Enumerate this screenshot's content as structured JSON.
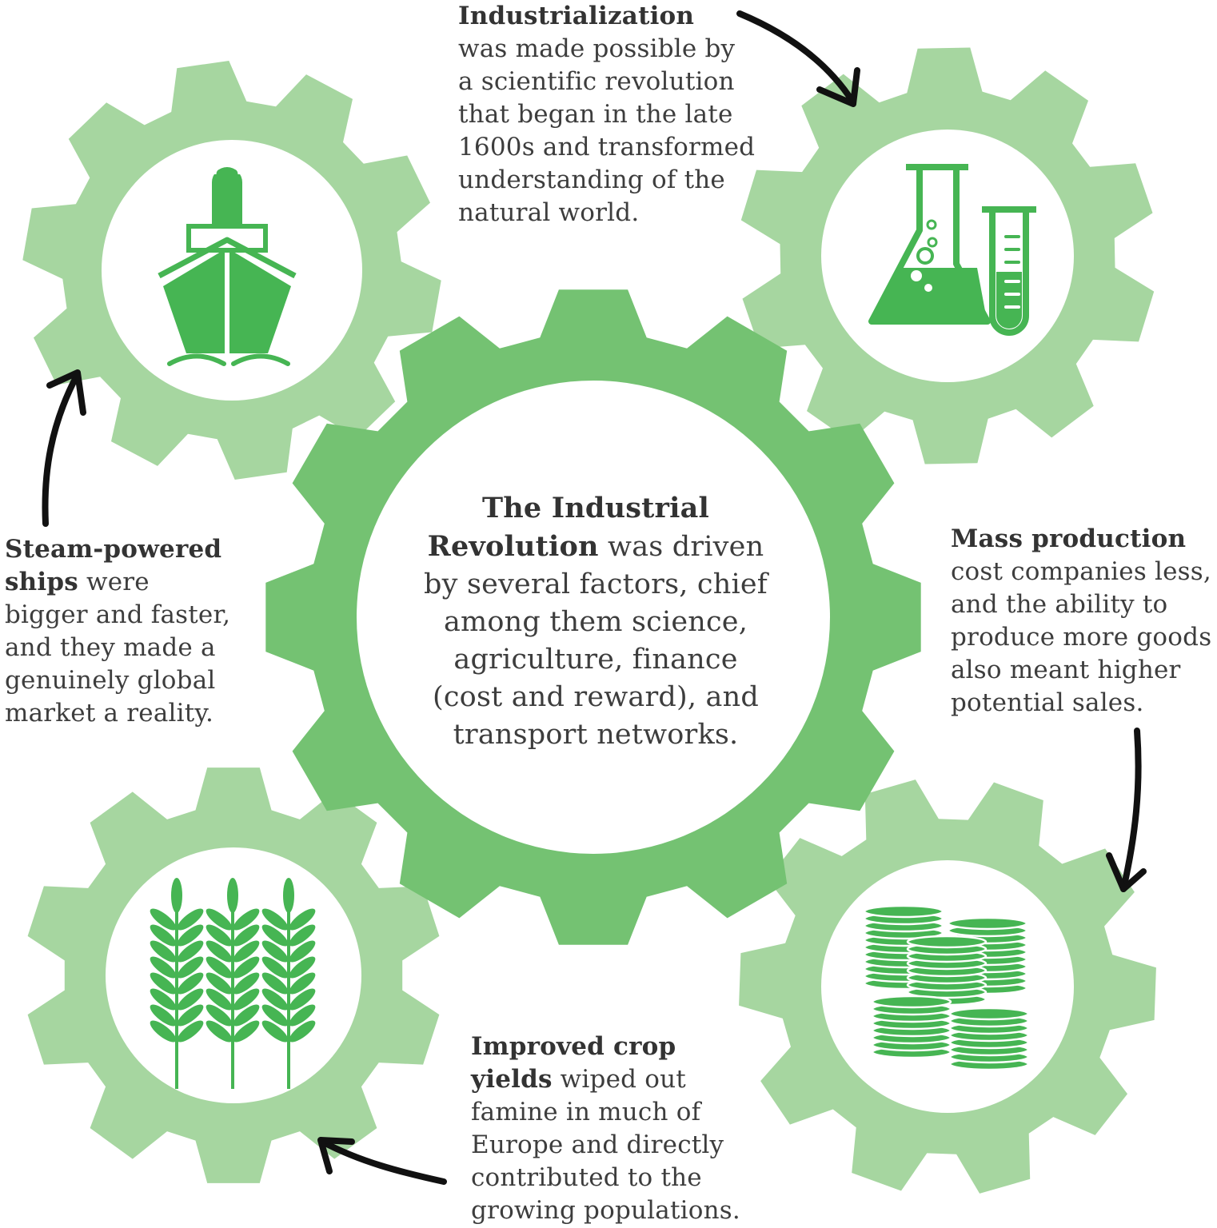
{
  "colors": {
    "center_gear": "#74c272",
    "outer_gear": "#a6d6a0",
    "icon": "#46b553",
    "arrow": "#111111",
    "text": "#3d3d3d",
    "background": "#ffffff"
  },
  "center": {
    "title_l1": "The Industrial",
    "title_l2": "Revolution",
    "rest_l2": " was driven",
    "l3": "by several factors, chief",
    "l4": "among them science,",
    "l5": "agriculture, finance",
    "l6": "(cost and reward), and",
    "l7": "transport networks."
  },
  "industrialization": {
    "title": "Industrialization",
    "l1": "was made possible by",
    "l2": "a scientific revolution",
    "l3": "that began in the late",
    "l4": "1600s and transformed",
    "l5": "understanding of the",
    "l6": "natural world."
  },
  "steam": {
    "title_l1": "Steam-powered",
    "title_l2": "ships",
    "rest_l2": " were",
    "l3": "bigger and faster,",
    "l4": "and they made a",
    "l5": "genuinely global",
    "l6": "market a reality."
  },
  "mass": {
    "title": "Mass production",
    "l1": "cost companies less,",
    "l2": "and the ability to",
    "l3": "produce more goods",
    "l4": "also meant higher",
    "l5": "potential sales."
  },
  "crops": {
    "title_l1": "Improved crop",
    "title_l2": "yields",
    "rest_l2": " wiped out",
    "l3": "famine in much of",
    "l4": "Europe and directly",
    "l5": "contributed to the",
    "l6": "growing populations."
  },
  "icons": {
    "ship": "ship-icon",
    "flask": "flask-icon",
    "test_tube": "test-tube-icon",
    "wheat": "wheat-icon",
    "coins": "coin-stacks-icon"
  }
}
